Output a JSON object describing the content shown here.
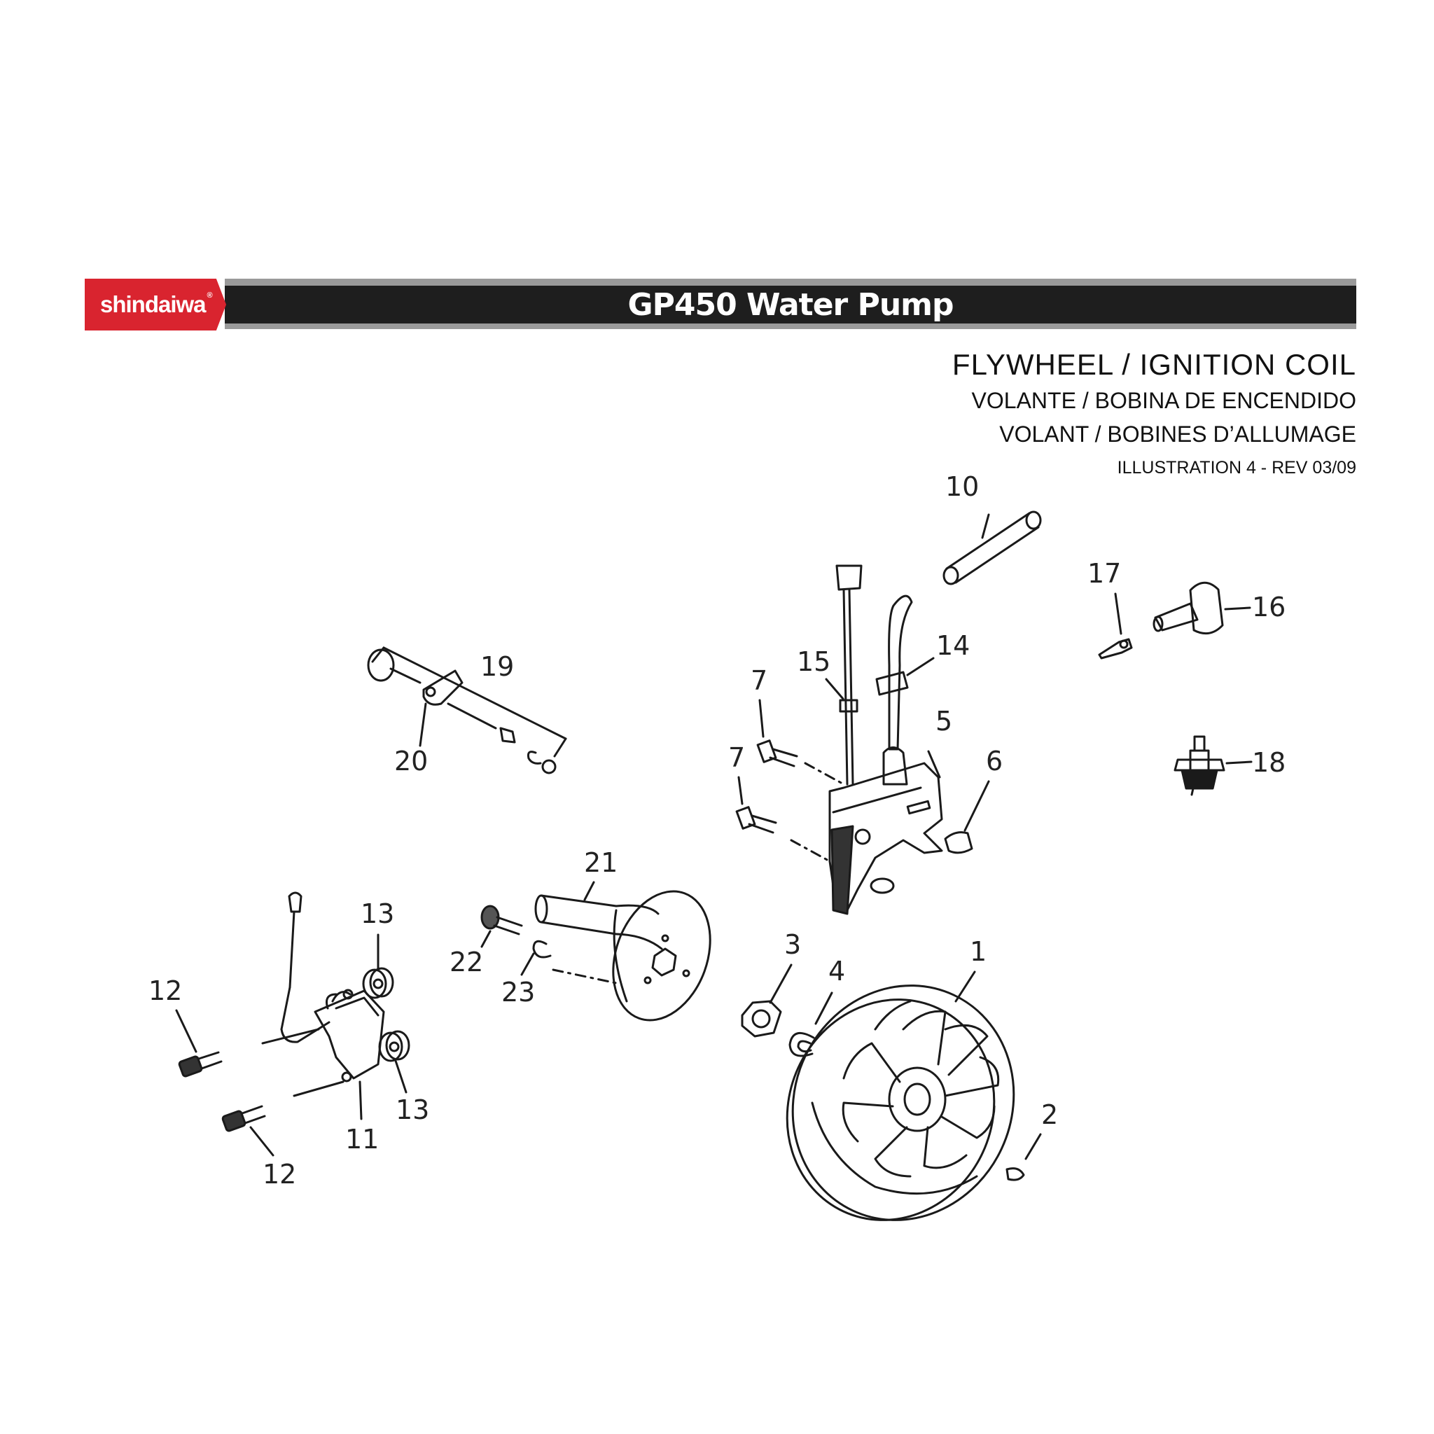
{
  "brand": {
    "logo_text": "shindaiwa",
    "registered_mark": "®"
  },
  "header": {
    "title": "GP450 Water Pump"
  },
  "section": {
    "title_en": "FLYWHEEL / IGNITION COIL",
    "title_es": "VOLANTE / BOBINA DE ENCENDIDO",
    "title_fr": "VOLANT / BOBINES D’ALLUMAGE",
    "illustration": "ILLUSTRATION 4 - REV 03/09"
  },
  "callouts": {
    "c1": "1",
    "c2": "2",
    "c3": "3",
    "c4": "4",
    "c5": "5",
    "c6": "6",
    "c7a": "7",
    "c7b": "7",
    "c10": "10",
    "c11": "11",
    "c12a": "12",
    "c12b": "12",
    "c13a": "13",
    "c13b": "13",
    "c14": "14",
    "c15": "15",
    "c16": "16",
    "c17": "17",
    "c18": "18",
    "c19": "19",
    "c20": "20",
    "c21": "21",
    "c22": "22",
    "c23": "23"
  }
}
